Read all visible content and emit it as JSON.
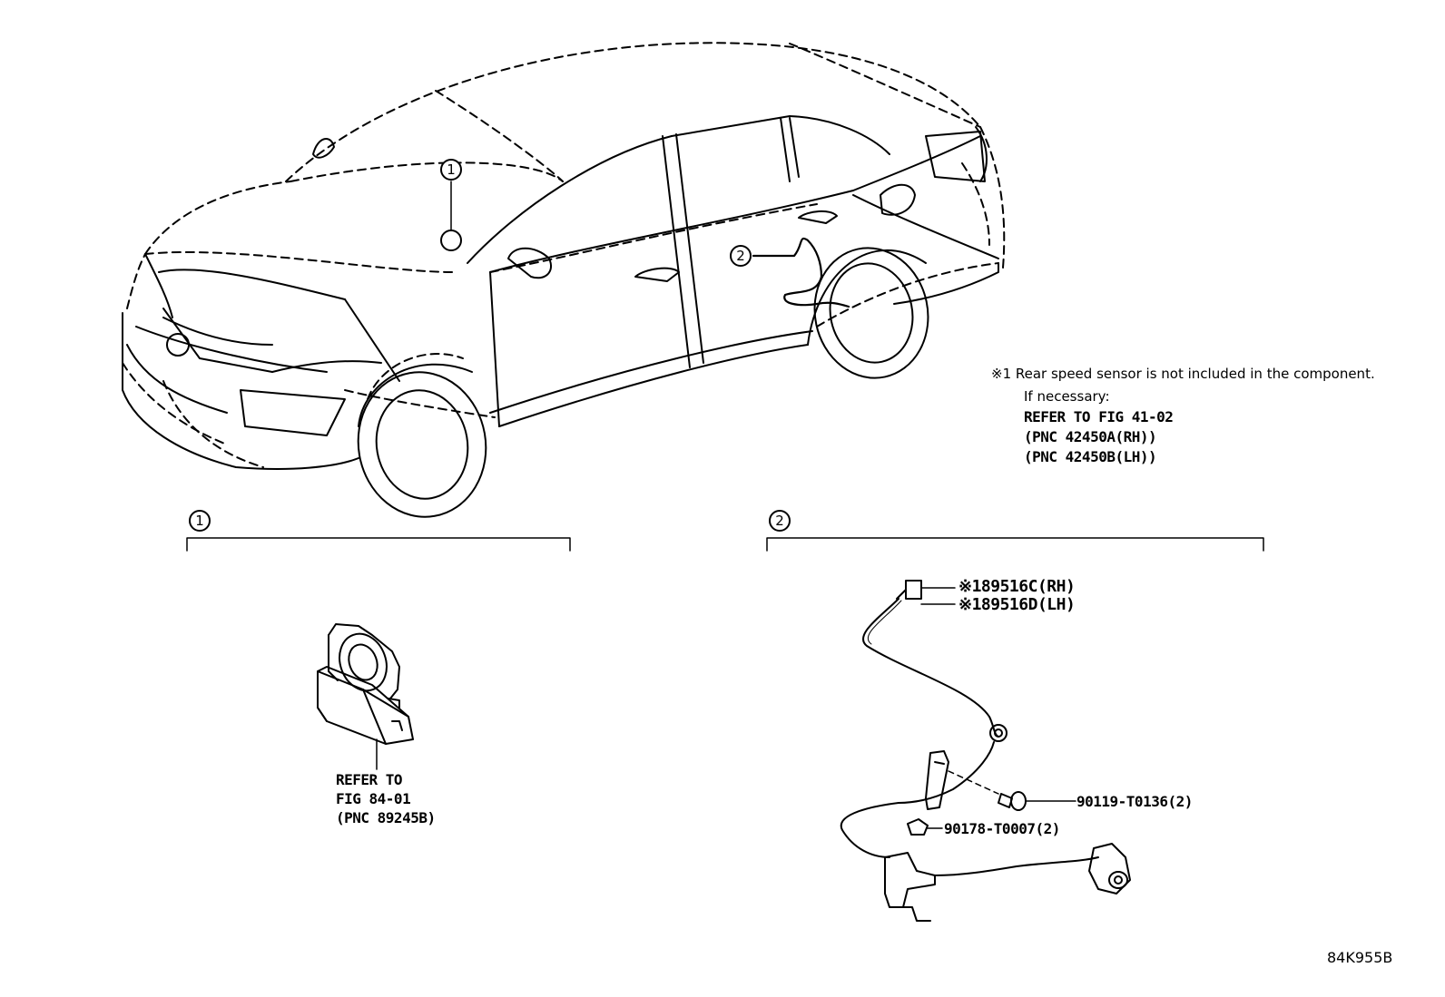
{
  "callouts": {
    "c1": "1",
    "c2": "2"
  },
  "note": {
    "line1": "※1 Rear speed sensor is not included in the component.",
    "line2": "If necessary:",
    "line3": "REFER TO FIG 41-02",
    "line4": "(PNC 42450A(RH))",
    "line5": "(PNC 42450B(LH))"
  },
  "group1": {
    "ref_line1": "REFER TO",
    "ref_line2": "FIG 84-01",
    "ref_line3": "(PNC 89245B)"
  },
  "group2": {
    "part_rh": "※189516C(RH)",
    "part_lh": "※189516D(LH)",
    "bolt": "90119-T0136(2)",
    "clip": "90178-T0007(2)"
  },
  "figure_code": "84K955B"
}
